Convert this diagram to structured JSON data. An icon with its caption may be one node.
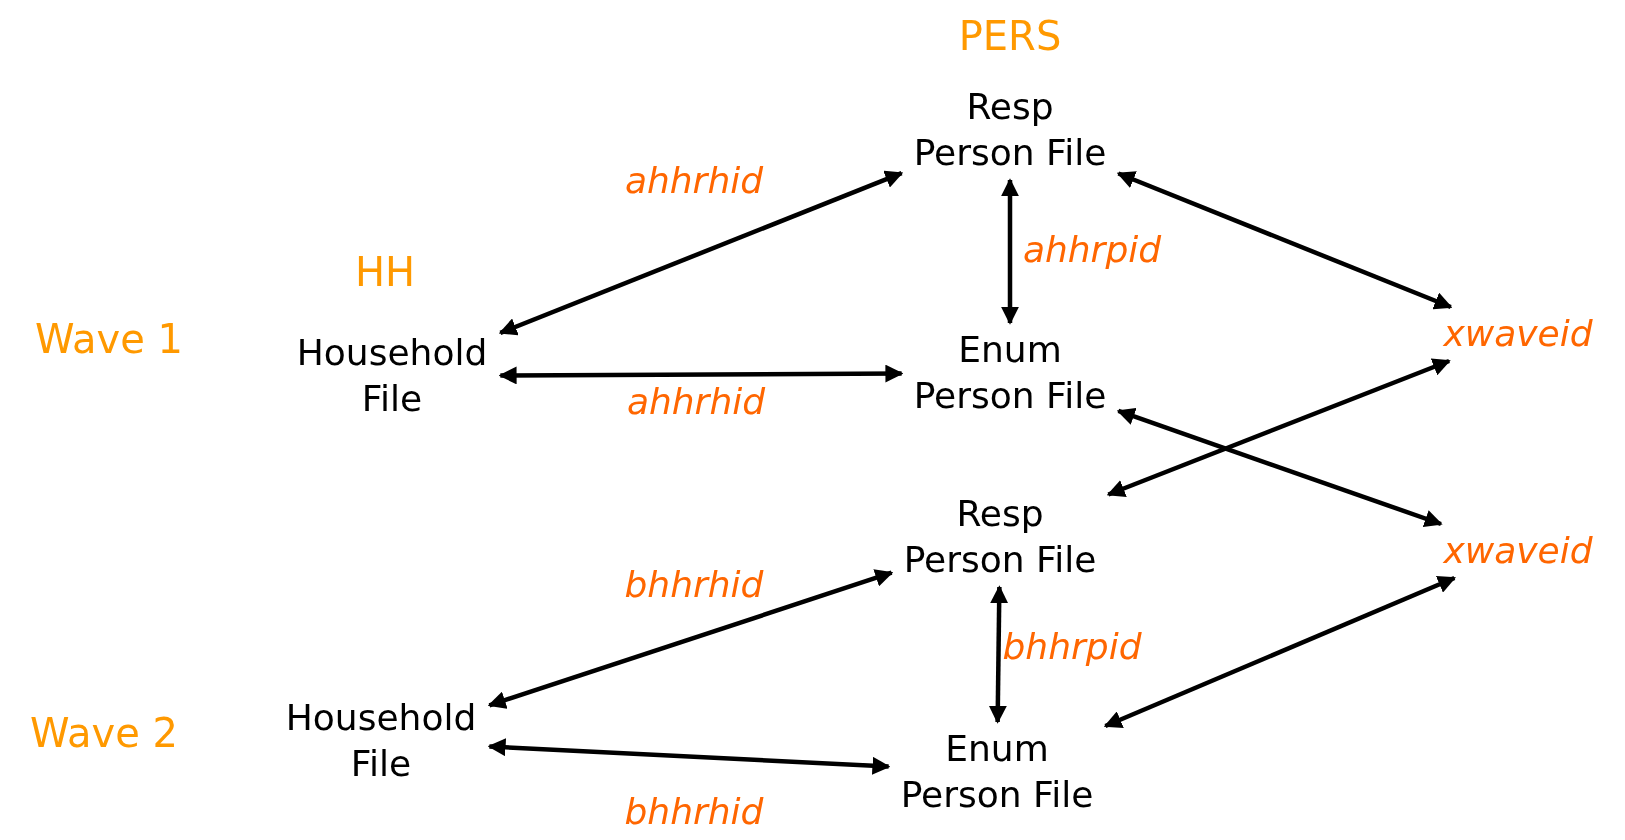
{
  "diagram": {
    "nodes": [
      {
        "text": [
          "Household File"
        ]
      },
      {
        "text": [
          "Resp Person File"
        ]
      },
      {
        "text": [
          "Enum Person File"
        ]
      },
      {
        "text": [
          "xwaveid"
        ]
      },
      {
        "text": [
          "Resp Person File"
        ]
      },
      {
        "text": [
          "Household File"
        ]
      },
      {
        "text": [
          "Enum Person File"
        ]
      },
      {
        "text": [
          "xwaveid"
        ]
      }
    ],
    "edges": [
      {
        "from": 0,
        "to": 1,
        "arrow": "both",
        "label": "ahhrhid"
      },
      {
        "from": 0,
        "to": 2,
        "arrow": "both",
        "label": "ahhrhid"
      },
      {
        "from": 1,
        "to": 2,
        "arrow": "both",
        "label": "ahhrpid"
      },
      {
        "from": 1,
        "to": 3,
        "arrow": "both"
      },
      {
        "from": 4,
        "to": 3,
        "arrow": "both"
      },
      {
        "from": 2,
        "to": 7,
        "arrow": "both"
      },
      {
        "from": 5,
        "to": 4,
        "arrow": "both",
        "label": "bhhrhid"
      },
      {
        "from": 5,
        "to": 6,
        "arrow": "both",
        "label": "bhhrhid"
      },
      {
        "from": 4,
        "to": 6,
        "arrow": "both",
        "label": "bhhrpid"
      },
      {
        "from": 6,
        "to": 7,
        "arrow": "both"
      }
    ],
    "labels": [
      "PERS",
      "HH",
      "Wave 1",
      "Wave 2"
    ]
  }
}
